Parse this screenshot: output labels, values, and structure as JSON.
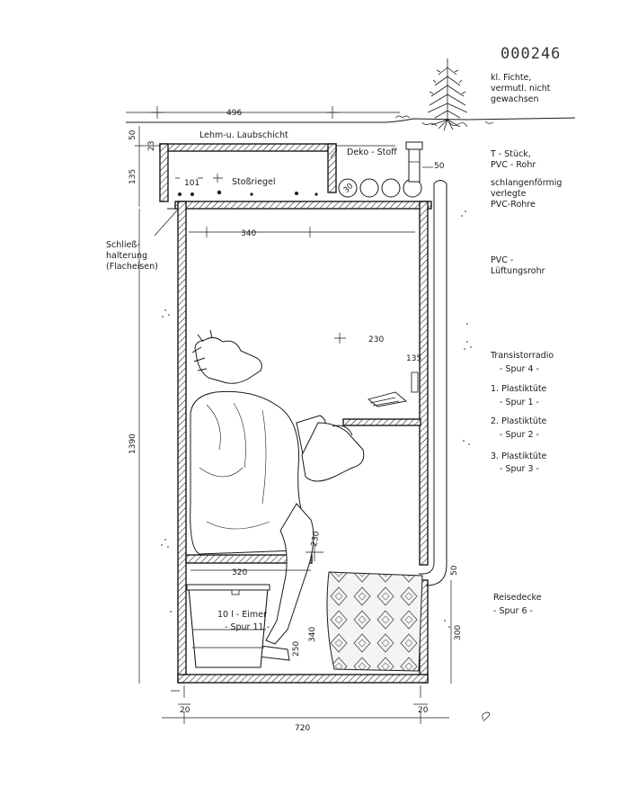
{
  "document_number": "000246",
  "labels": {
    "tree": [
      "kl. Fichte,",
      "vermutl. nicht",
      "gewachsen"
    ],
    "soil_layer": "Lehm-u. Laubschicht",
    "deko_stoff": "Deko - Stoff",
    "t_piece": [
      "T - Stück,",
      "PVC - Rohr"
    ],
    "coiled_pipes": [
      "schlangenförmig",
      "verlegte",
      "PVC-Rohre"
    ],
    "locking_bar": "Stoßriegel",
    "lock_bracket": [
      "Schließ-",
      "halterung",
      "(Flacheisen)"
    ],
    "ventilation_pipe": [
      "PVC -",
      "Lüftungsrohr"
    ],
    "radio": [
      "Transistorradio",
      "- Spur 4 -"
    ],
    "bag1": [
      "1. Plastiktüte",
      "- Spur 1 -"
    ],
    "bag2": [
      "2. Plastiktüte",
      "- Spur 2 -"
    ],
    "bag3": [
      "3. Plastiktüte",
      "- Spur 3 -"
    ],
    "blanket": [
      "Reisedecke",
      "- Spur 6 -"
    ],
    "bucket": [
      "10 l - Eimer",
      "- Spur 11 -"
    ]
  },
  "dimensions": {
    "top_width": "496",
    "top_layer": "50",
    "lid_side": "23",
    "lid_height": "135",
    "latch": "101",
    "pipe_offset": "50",
    "inner_width": "340",
    "inner_height": "230",
    "shelf_gap": "135",
    "total_height": "1390",
    "person_leg": "230",
    "bench_width": "320",
    "bench_pipe": "50",
    "bucket_area": "250",
    "bucket_depth": "340",
    "lower_height": "300",
    "wall_left": "20",
    "wall_right": "20",
    "bottom_width": "720",
    "pipe_dia": "30"
  }
}
